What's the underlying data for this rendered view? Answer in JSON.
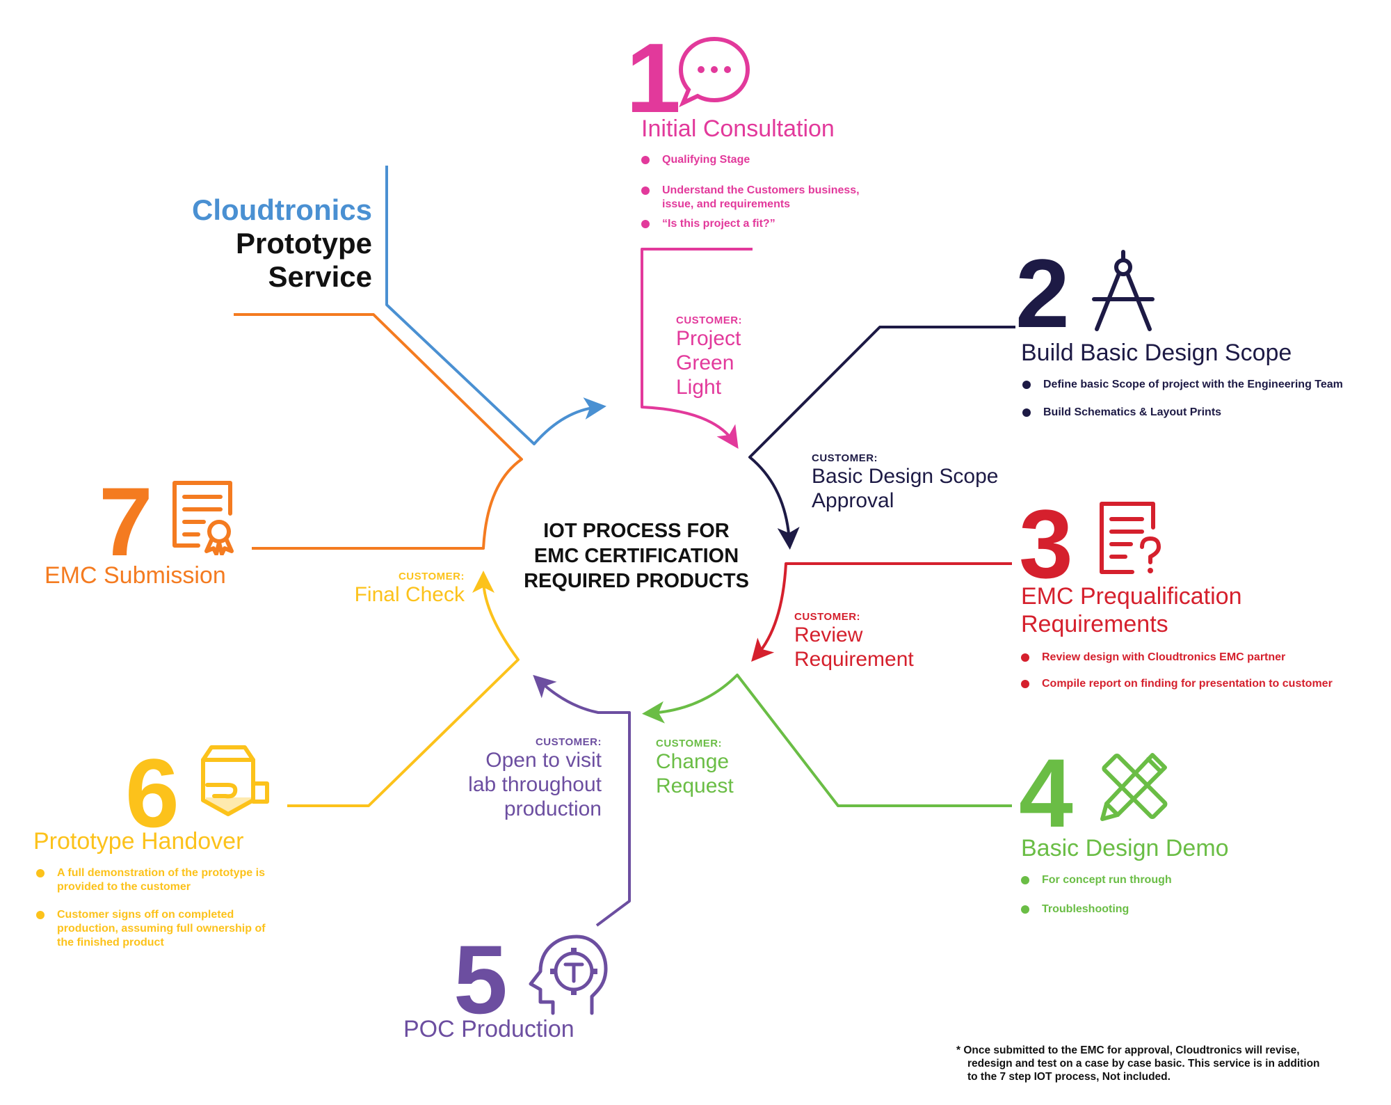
{
  "brand": {
    "name": "Cloudtronics",
    "line2": "Prototype",
    "line3": "Service",
    "color": "#4a90d2"
  },
  "center": {
    "line1": "IOT PROCESS FOR",
    "line2": "EMC CERTIFICATION",
    "line3": "REQUIRED PRODUCTS"
  },
  "steps": [
    {
      "number": "1",
      "title": "Initial Consultation",
      "color": "#e2399b",
      "icon": "speech-bubble-icon",
      "bullets": [
        "Qualifying Stage",
        "Understand the Customers business, issue, and requirements",
        "“Is  this project a fit?”"
      ]
    },
    {
      "number": "2",
      "title": "Build Basic Design Scope",
      "color": "#1d1a45",
      "icon": "drafting-compass-icon",
      "bullets": [
        "Define basic Scope of project with the Engineering Team",
        "Build Schematics & Layout Prints"
      ]
    },
    {
      "number": "3",
      "title_line1": "EMC Prequalification",
      "title_line2": "Requirements",
      "color": "#d5202d",
      "icon": "document-question-icon",
      "bullets": [
        "Review design with Cloudtronics EMC partner",
        "Compile report on finding for presentation to customer"
      ]
    },
    {
      "number": "4",
      "title": "Basic Design Demo",
      "color": "#6abd45",
      "icon": "pencil-ruler-icon",
      "bullets": [
        "For concept run through",
        "Troubleshooting"
      ]
    },
    {
      "number": "5",
      "title": "POC Production",
      "color": "#6c4ea0",
      "icon": "head-gear-icon",
      "bullets": []
    },
    {
      "number": "6",
      "title": "Prototype Handover",
      "color": "#fcc21b",
      "icon": "hand-package-icon",
      "bullets": [
        "A full demonstration of the prototype is provided  to the customer",
        "Customer signs off on completed production, assuming full ownership of the finished product"
      ]
    },
    {
      "number": "7",
      "title": "EMC Submission",
      "color": "#f47b20",
      "icon": "certificate-icon",
      "bullets": []
    }
  ],
  "customer_actions": [
    {
      "label": "CUSTOMER:",
      "line1": "Project",
      "line2": "Green",
      "line3": "Light",
      "color": "#e2399b"
    },
    {
      "label": "CUSTOMER:",
      "line1": "Basic Design Scope",
      "line2": "Approval",
      "color": "#1d1a45"
    },
    {
      "label": "CUSTOMER:",
      "line1": "Review",
      "line2": "Requirement",
      "color": "#d5202d"
    },
    {
      "label": "CUSTOMER:",
      "line1": "Change",
      "line2": "Request",
      "color": "#6abd45"
    },
    {
      "label": "CUSTOMER:",
      "line1": "Open to visit",
      "line2": "lab throughout",
      "line3": "production",
      "color": "#6c4ea0"
    },
    {
      "label": "CUSTOMER:",
      "line1": "Final Check",
      "color": "#fcc21b"
    }
  ],
  "footnote": {
    "line1": "* Once submitted to the EMC for approval, Cloudtronics will revise,",
    "line2": "redesign and test on a case by case basic. This service is in addition",
    "line3": "to the 7 step IOT process, Not included."
  }
}
